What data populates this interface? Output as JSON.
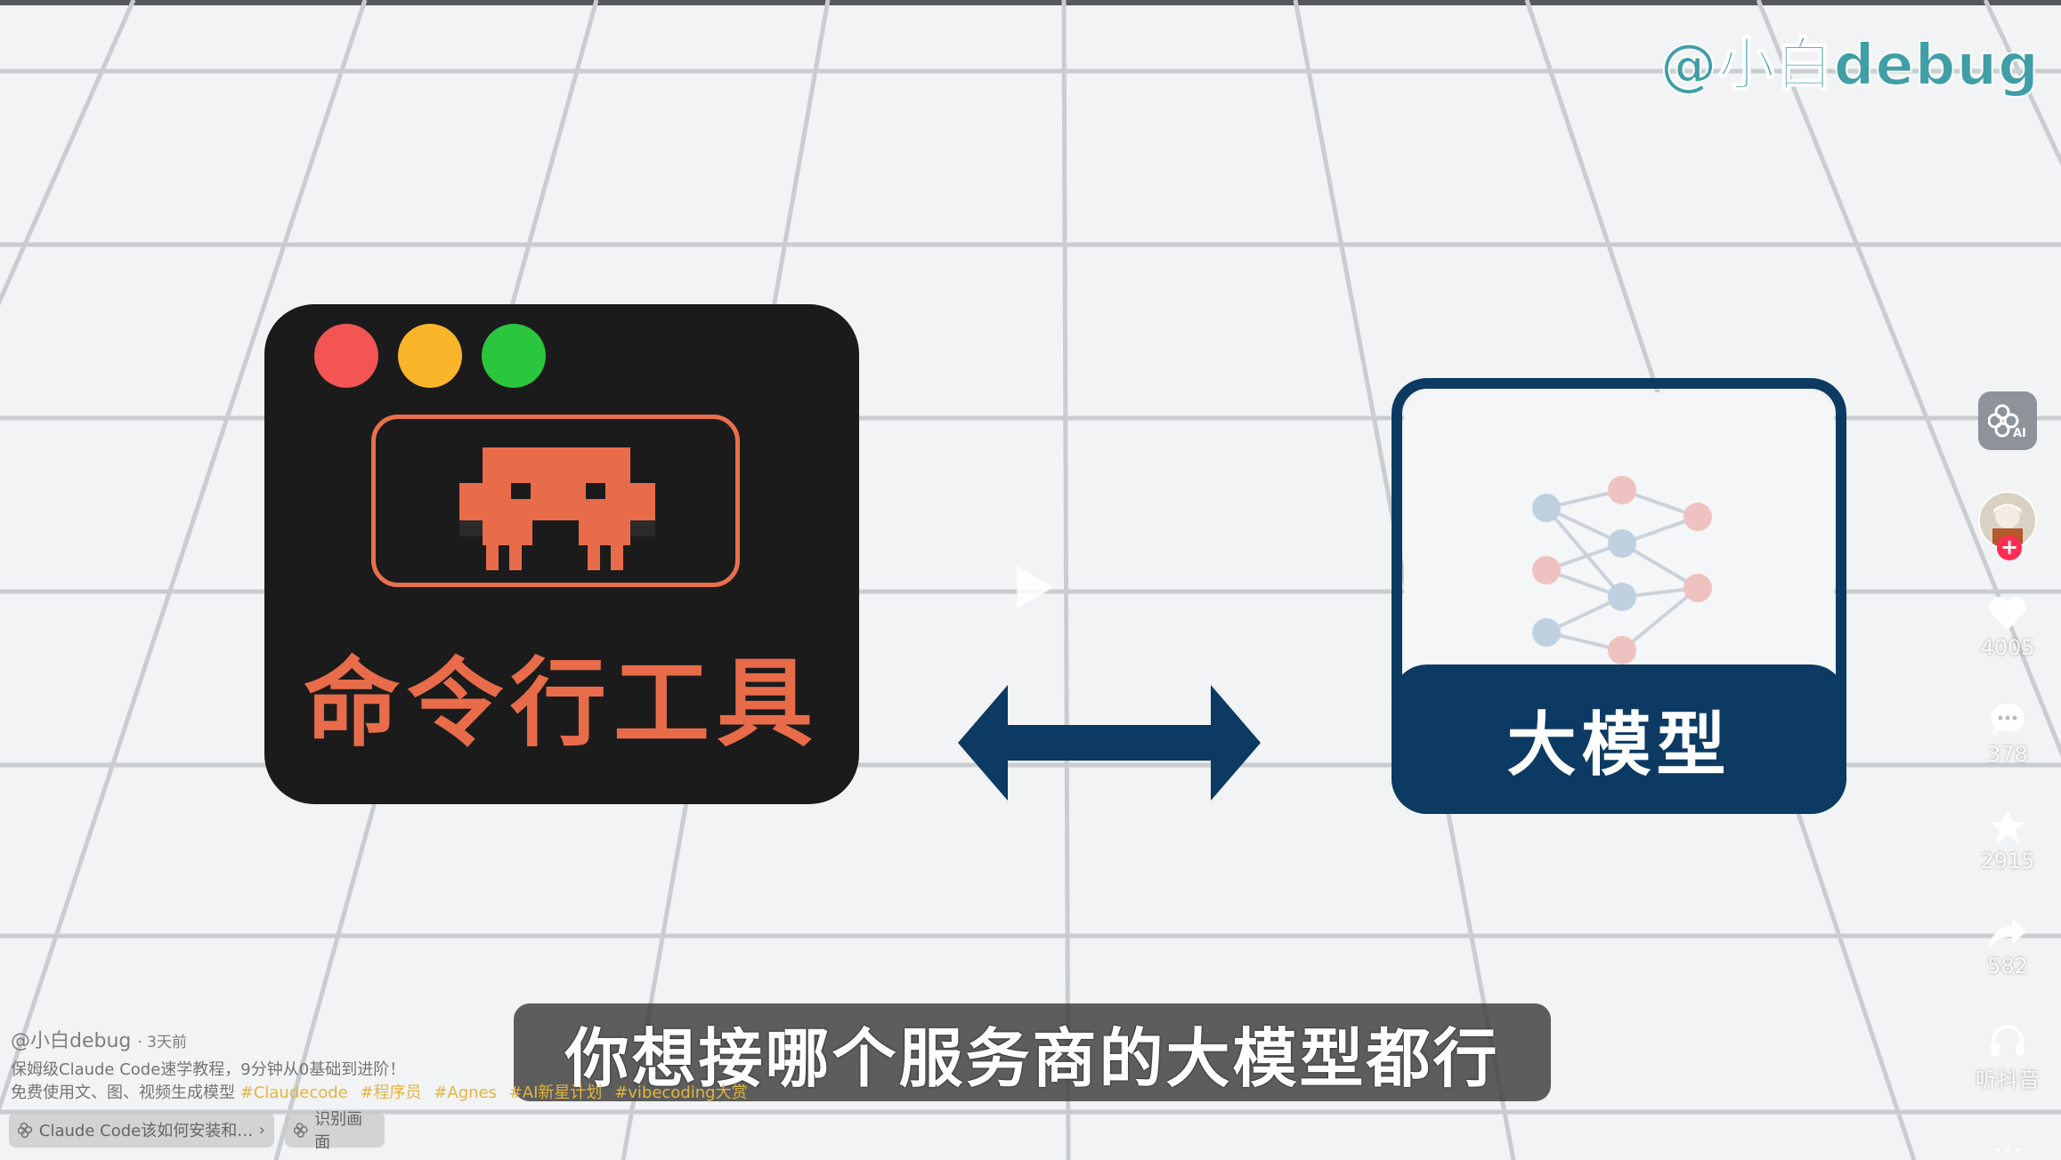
{
  "watermark": "@小白debug",
  "terminal": {
    "title": "命令行工具",
    "colors": {
      "window": "#1b1b1c",
      "red": "#f25553",
      "yellow": "#fbb52a",
      "green": "#29c63e",
      "accent": "#e86c4a"
    }
  },
  "model": {
    "label": "大模型",
    "color": "#0c3a63"
  },
  "subtitle": "你想接哪个服务商的大模型都行",
  "rail": {
    "ai_icon": "ai-flower-icon",
    "likes": "4005",
    "comments": "378",
    "favorites": "2915",
    "shares": "582",
    "listen_label": "听抖音",
    "more": "..."
  },
  "post": {
    "author": "@小白debug",
    "time": "· 3天前",
    "line1": "保姆级Claude Code速学教程，9分钟从0基础到进阶！",
    "line2_text": "免费使用文、图、视频生成模型",
    "tags": [
      "#Claudecode",
      "#程序员",
      "#Agnes",
      "#AI新星计划",
      "#vibecoding大赏"
    ]
  },
  "chips": {
    "search": "Claude Code该如何安装和…",
    "recognize": "识别画面"
  }
}
